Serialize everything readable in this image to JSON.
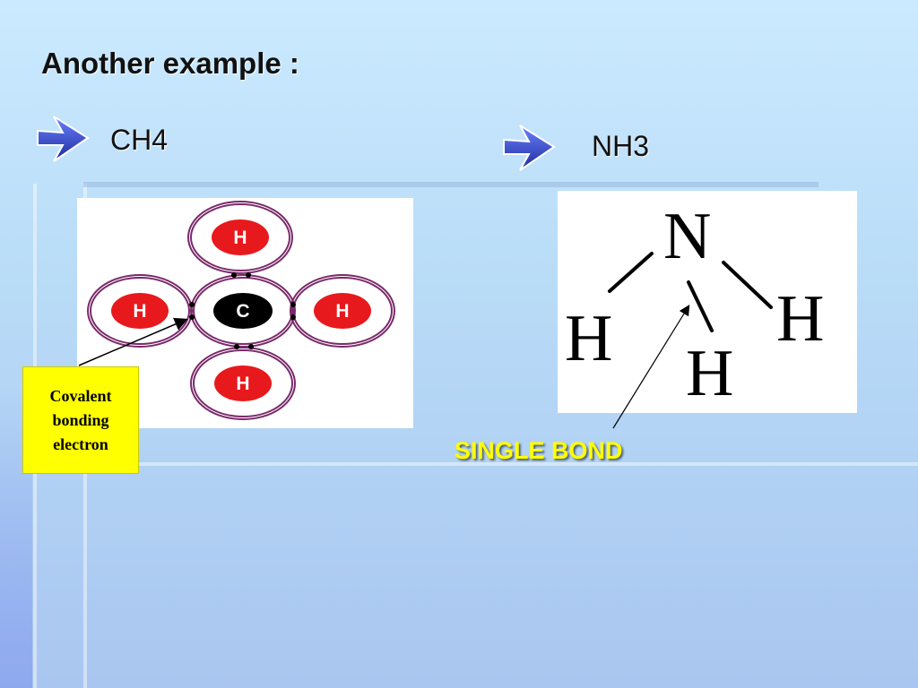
{
  "slide": {
    "title": "Another example :",
    "left_heading": "CH4",
    "right_heading": "NH3",
    "callout_text": "Covalent\nbonding\n electron",
    "bond_label": "SINGLE BOND"
  },
  "ch4_diagram": {
    "center_atom": "C",
    "outer_atoms": [
      "H",
      "H",
      "H",
      "H"
    ]
  },
  "nh3_diagram": {
    "center_atom": "N",
    "outer_atoms": [
      "H",
      "H",
      "H"
    ]
  },
  "colors": {
    "hydrogen": "#e8191c",
    "carbon": "#000000",
    "shell": "#7a2a6a",
    "callout": "#ffff00",
    "bond_label": "#ffff00",
    "arrow": "#2d3fb8"
  },
  "icons": {
    "bullet": "right-arrow-icon"
  }
}
